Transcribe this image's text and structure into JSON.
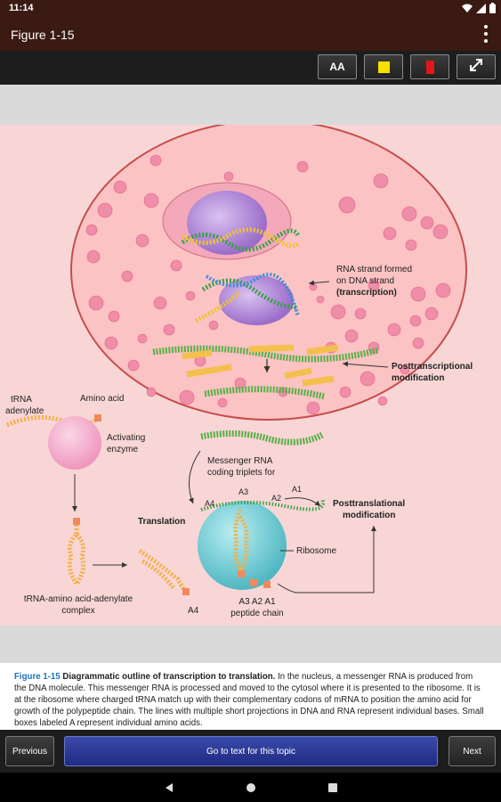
{
  "status": {
    "time": "11:14"
  },
  "app": {
    "title": "Figure 1-15"
  },
  "toolbar": {
    "text_size_label": "AA"
  },
  "figure": {
    "labels": {
      "rna_strand_1": "RNA strand formed",
      "rna_strand_2": "on DNA strand",
      "transcription": "(transcription)",
      "posttranscriptional_1": "Posttranscriptional",
      "posttranscriptional_2": "modification",
      "trna_1": "tRNA",
      "trna_2": "adenylate",
      "amino_acid": "Amino acid",
      "activating_1": "Activating",
      "activating_2": "enzyme",
      "messenger_1": "Messenger RNA",
      "messenger_2": "coding triplets for",
      "translation": "Translation",
      "posttranslational_1": "Posttranslational",
      "posttranslational_2": "modification",
      "ribosome": "Ribosome",
      "complex_1": "tRNA-amino acid-adenylate",
      "complex_2": "complex",
      "a4": "A4",
      "a3_top": "A3",
      "a2_top": "A2",
      "a1_top": "A1",
      "a4_top": "A4",
      "peptide_1": "A3 A2 A1",
      "peptide_2": "peptide chain"
    }
  },
  "caption": {
    "label": "Figure 1-15",
    "title": "Diagrammatic outline of transcription to translation.",
    "text": " In the nucleus, a messenger RNA is produced from the DNA molecule. This messenger RNA is processed and moved to the cytosol where it is presented to the ribosome. It is at the ribosome where charged tRNA match up with their complementary codons of mRNA to position the amino acid for growth of the polypeptide chain. The lines with multiple short projections in DNA and RNA represent individual bases. Small boxes labeled A represent individual amino acids."
  },
  "nav": {
    "previous": "Previous",
    "goto": "Go to text for this topic",
    "next": "Next"
  },
  "colors": {
    "app_bar": "#3a1a13",
    "figure_bg": "#f9d6d6",
    "cell": "#fbc3c3",
    "vesicle": "#f08da8",
    "nucleus": "#b58bd6",
    "ribosome": "#79cfd6",
    "mrna_green": "#5bb04a",
    "trna_orange": "#f3b046",
    "caption_label": "#1e73be"
  }
}
